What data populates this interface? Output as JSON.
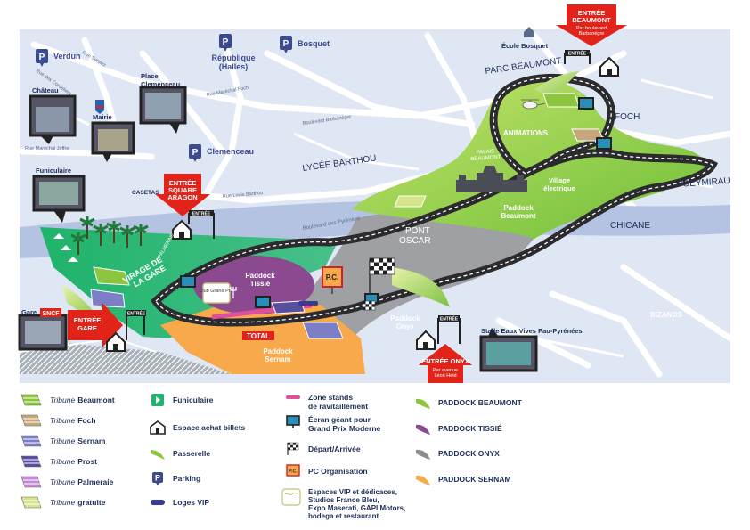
{
  "map": {
    "streets": {
      "rue_serviez": "Rue Serviez",
      "rue_cordeliers": "Rue des Cordeliers",
      "rue_marechal_foch": "Rue Maréchal Foch",
      "boulevard_barbanegre": "Boulevard Barbanègre",
      "rue_marechal_joffre": "Rue Maréchal Joffre",
      "rue_louis_barthou": "Rue Louis Barthou",
      "boulevard_pyrenees": "Boulevard des Pyrénées",
      "casetas": "CASETAS"
    },
    "parkings": [
      {
        "label": "Verdun"
      },
      {
        "label": "République (Halles)"
      },
      {
        "label": "Bosquet"
      },
      {
        "label": "Clemenceau"
      }
    ],
    "landmarks": {
      "chateau": "Château",
      "mairie": "Mairie",
      "place_clemenceau": "Place Clemenceau",
      "funiculaire": "Funiculaire",
      "gare": "Gare",
      "sncf": "SNCF",
      "ecole_bosquet": "École Bosquet",
      "stade": "Stade Eaux Vives Pau-Pyrénées",
      "bizanos": "BIZANOS",
      "total": "TOTAL",
      "pc": "P.C.",
      "club": "Club Grand Prix"
    },
    "circuit": {
      "parc_beaumont": "PARC BEAUMONT",
      "foch": "FOCH",
      "poeymirau": "POEYMIRAU",
      "chicane": "CHICANE",
      "lycee_barthou": "LYCÉE BARTHOU",
      "pont_oscar": "PONT OSCAR",
      "virage_gare": "VIRAGE DE LA GARE",
      "palmeraie": "PALMERAIE",
      "animations": "ANIMATIONS",
      "palais_beaumont": "PALAIS BEAUMONT",
      "village_electrique": "Village électrique"
    },
    "paddocks": {
      "beaumont": "Paddock Beaumont",
      "tissie": "Paddock Tissié",
      "onyx": "Paddock Onyx",
      "sernam": "Paddock Sernam"
    },
    "entrances": [
      {
        "title": "ENTRÉE BEAUMONT",
        "sub": "Par boulevard Barbanègre"
      },
      {
        "title": "ENTRÉE SQUARE ARAGON",
        "sub": ""
      },
      {
        "title": "ENTRÉE GARE",
        "sub": ""
      },
      {
        "title": "ENTRÉE ONYX",
        "sub": "Par avenue Léon Heid"
      }
    ],
    "gate_label": "ENTRÉE",
    "colors": {
      "beaumont": "#8cc63f",
      "tissie": "#8b4a8f",
      "onyx": "#8d8d8f",
      "sernam": "#f7a94b",
      "stands": "#e04f9c",
      "entrance": "#e2231a",
      "river": "#b5c3e3"
    }
  },
  "legend": {
    "tribunes": [
      {
        "prefix": "Tribune",
        "name": "Beaumont",
        "color": "#8cc63f"
      },
      {
        "prefix": "Tribune",
        "name": "Foch",
        "color": "#c7a77a"
      },
      {
        "prefix": "Tribune",
        "name": "Sernam",
        "color": "#7d7fc6"
      },
      {
        "prefix": "Tribune",
        "name": "Prost",
        "color": "#5a4f9e"
      },
      {
        "prefix": "Tribune",
        "name": "Palmeraie",
        "color": "#c48ad8"
      },
      {
        "prefix": "Tribune",
        "name": "gratuite",
        "color": "#d6e58a"
      }
    ],
    "services": [
      {
        "key": "funiculaire",
        "label": "Funiculaire"
      },
      {
        "key": "billets",
        "label": "Espace achat billets"
      },
      {
        "key": "passerelle",
        "label": "Passerelle"
      },
      {
        "key": "parking",
        "label": "Parking"
      },
      {
        "key": "loges",
        "label": "Loges VIP"
      }
    ],
    "stands": [
      "Zone stands",
      "de ravitaillement"
    ],
    "ecran": [
      "Écran géant pour",
      "Grand Prix Moderne"
    ],
    "depart": "Départ/Arrivée",
    "pc_org": "PC Organisation",
    "espaces_vip": [
      "Espaces VIP et dédicaces,",
      "Studios France Bleu,",
      "Expo Maserati, GAPI Motors,",
      "bodega et restaurant"
    ],
    "paddocks": [
      {
        "label": "PADDOCK BEAUMONT",
        "color": "#8cc63f"
      },
      {
        "label": "PADDOCK TISSIÉ",
        "color": "#8b4a8f"
      },
      {
        "label": "PADDOCK ONYX",
        "color": "#8d8d8f"
      },
      {
        "label": "PADDOCK SERNAM",
        "color": "#f7a94b"
      }
    ],
    "parking_letter": "P"
  }
}
